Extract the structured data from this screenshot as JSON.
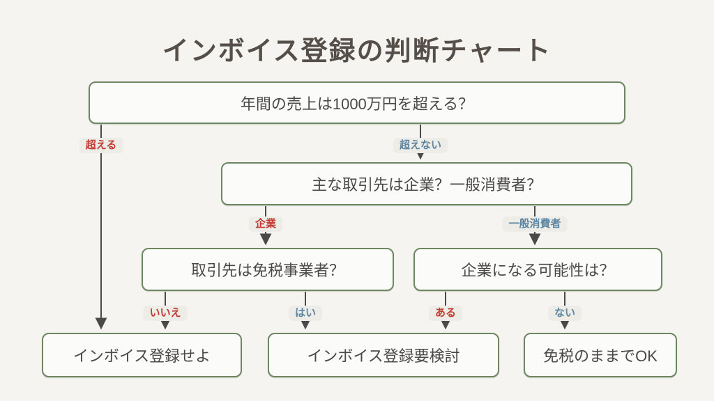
{
  "title": "インボイス登録の判断チャート",
  "nodes": {
    "q1": {
      "label": "年間の売上は1000万円を超える？"
    },
    "q2": {
      "label": "主な取引先は企業？一般消費者？"
    },
    "q3": {
      "label": "取引先は免税事業者？"
    },
    "q4": {
      "label": "企業になる可能性は？"
    },
    "r1": {
      "label": "インボイス登録せよ"
    },
    "r2": {
      "label": "インボイス登録要検討"
    },
    "r3": {
      "label": "免税のままでOK"
    }
  },
  "edges": [
    {
      "from": "q1",
      "to": "r1",
      "label": "超える",
      "color": "red"
    },
    {
      "from": "q1",
      "to": "q2",
      "label": "超えない",
      "color": "blue"
    },
    {
      "from": "q2",
      "to": "q3",
      "label": "企業",
      "color": "red"
    },
    {
      "from": "q2",
      "to": "q4",
      "label": "一般消費者",
      "color": "blue"
    },
    {
      "from": "q3",
      "to": "r1",
      "label": "いいえ",
      "color": "red"
    },
    {
      "from": "q3",
      "to": "r2",
      "label": "はい",
      "color": "blue"
    },
    {
      "from": "q4",
      "to": "r2",
      "label": "ある",
      "color": "red"
    },
    {
      "from": "q4",
      "to": "r3",
      "label": "ない",
      "color": "blue"
    }
  ],
  "colors": {
    "background": "#f5f4f1",
    "node_border": "#6d8763",
    "node_fill": "#fbfbf9",
    "node_text": "#4a4947",
    "title_text": "#564f49",
    "edge_line": "#4a4a4a",
    "label_pill_bg": "#edece7",
    "label_red": "#c23a31",
    "label_blue": "#5d86a3"
  }
}
